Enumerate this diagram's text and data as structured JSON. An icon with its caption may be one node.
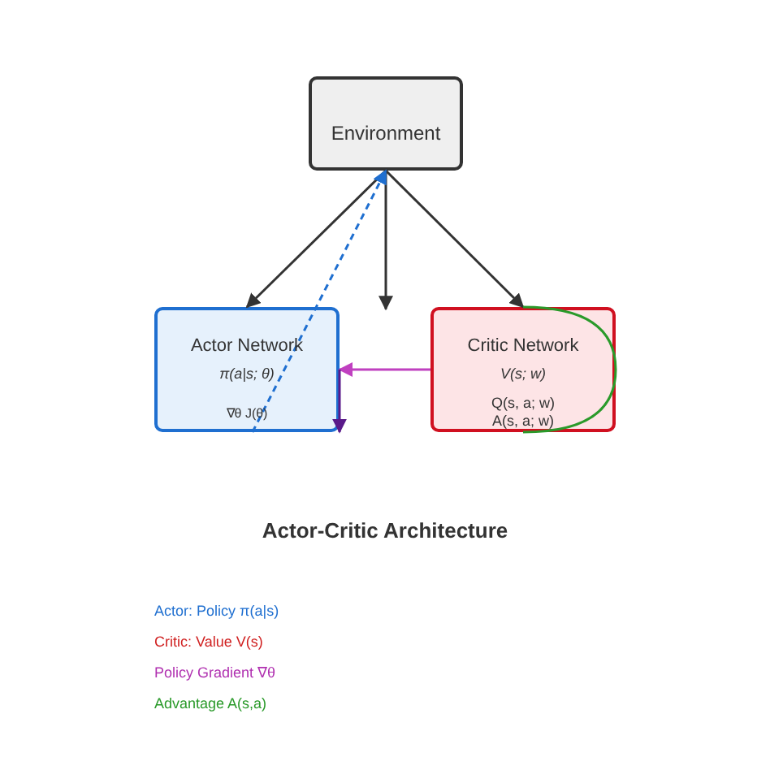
{
  "diagram": {
    "title": "Actor-Critic Architecture",
    "nodes": [
      {
        "text": [
          "Environment"
        ]
      },
      {
        "text": [
          "Actor Network",
          "π(a|s; θ)",
          "∇θ J(θ)"
        ]
      },
      {
        "text": [
          "Critic Network",
          "V(s; w)",
          "Q(s, a; w)",
          "A(s, a; w)"
        ]
      }
    ],
    "edges": [
      {
        "from": 0,
        "to": 1,
        "arrow": "to"
      },
      {
        "from": 0,
        "to": 2,
        "arrow": "to"
      },
      {
        "from": 0,
        "to": null,
        "arrow": "to"
      },
      {
        "from": 1,
        "to": 0,
        "arrow": "to",
        "style": "dashed",
        "color": "#1f6fd0"
      },
      {
        "from": 2,
        "to": 1,
        "arrow": "to",
        "color": "#c040c0"
      },
      {
        "from": null,
        "to": 1,
        "arrow": "to",
        "color": "#5a1a8a"
      },
      {
        "from": 2,
        "to": 2,
        "arrow": "none",
        "color": "#2a9a2a"
      }
    ],
    "legend": [
      {
        "text": "Actor: Policy π(a|s)",
        "color": "#1f6fd0"
      },
      {
        "text": "Critic: Value V(s)",
        "color": "#d02020"
      },
      {
        "text": "Policy Gradient ∇θ",
        "color": "#b030b0"
      },
      {
        "text": "Advantage A(s,a)",
        "color": "#2a9a2a"
      }
    ]
  }
}
